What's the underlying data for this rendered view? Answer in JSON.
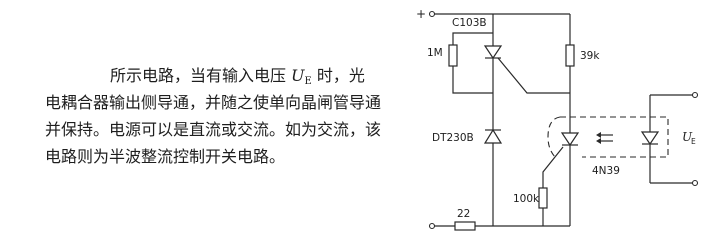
{
  "paragraph": {
    "line1": {
      "before": "所示电路，当有输入电压",
      "var": "U",
      "sub": "E",
      "after": "时，光"
    },
    "line2": "电耦合器输出侧导通，并随之使单向晶闸管导通",
    "line3": "并保持。电源可以是直流或交流。如为交流，该",
    "line4": "电路则为半波整流控制开关电路。"
  },
  "circuit": {
    "supply_terminal": "+",
    "scr_label": "C103B",
    "r1_label": "1M",
    "r2_label": "39k",
    "diode_label": "DT230B",
    "r3_label": "100k",
    "optocoupler_label": "4N39",
    "r4_label": "22",
    "input_label": {
      "var": "U",
      "sub": "E"
    }
  }
}
